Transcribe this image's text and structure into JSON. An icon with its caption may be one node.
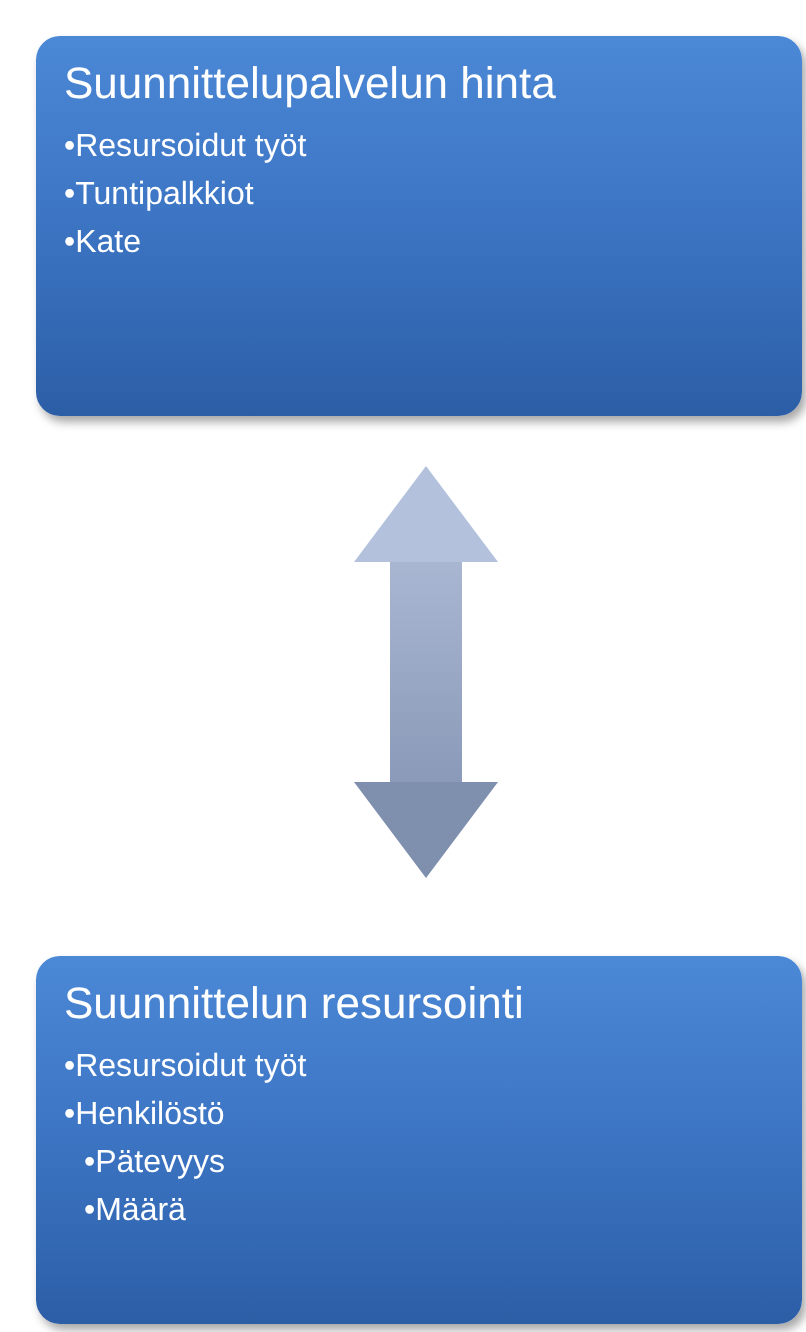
{
  "diagram": {
    "nodes": [
      {
        "text": [
          "Suunnittelupalvelun hinta",
          "•Resursoidut työt",
          "•Tuntipalkkiot",
          "•Kate"
        ]
      },
      {
        "text": [
          "Suunnittelun resursointi",
          "•Resursoidut työt",
          "•Henkilöstö",
          "•Pätevyys",
          "•Määrä"
        ]
      }
    ],
    "edges": [
      {
        "from": 0,
        "to": 1,
        "arrow": "both"
      }
    ]
  }
}
